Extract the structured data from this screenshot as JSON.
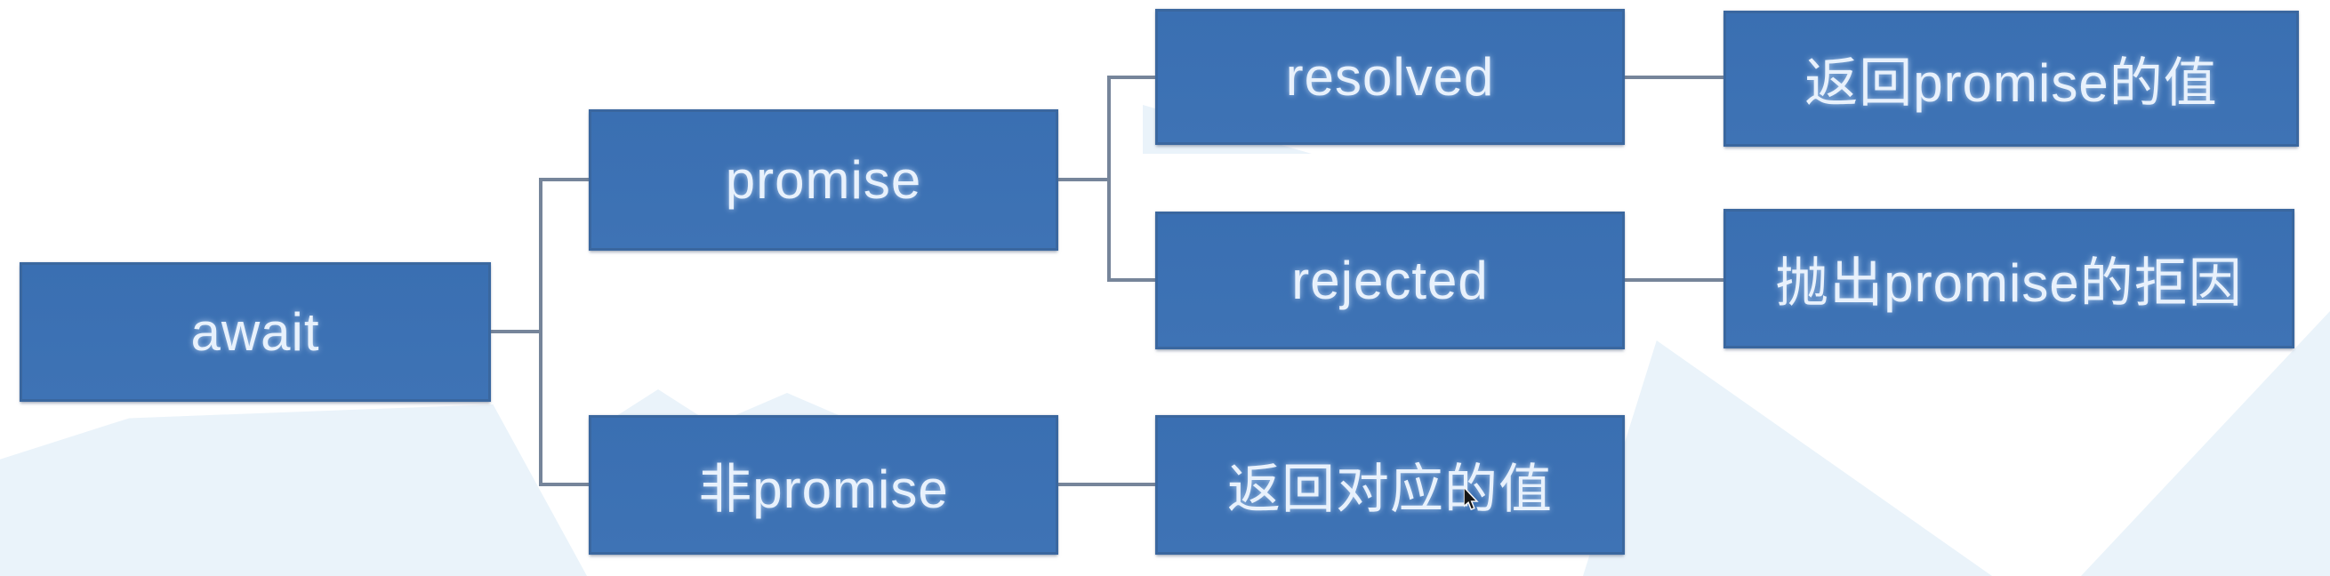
{
  "diagram": {
    "nodes": {
      "await": {
        "label": "await"
      },
      "promise": {
        "label": "promise"
      },
      "non_promise": {
        "label": "非promise"
      },
      "resolved": {
        "label": "resolved"
      },
      "rejected": {
        "label": "rejected"
      },
      "return_promise_value": {
        "label": "返回promise的值"
      },
      "throw_promise_reason": {
        "label": "抛出promise的拒因"
      },
      "return_corresponding_value": {
        "label": "返回对应的值"
      }
    },
    "edges": [
      {
        "from": "await",
        "to": "promise"
      },
      {
        "from": "await",
        "to": "non_promise"
      },
      {
        "from": "promise",
        "to": "resolved"
      },
      {
        "from": "promise",
        "to": "rejected"
      },
      {
        "from": "resolved",
        "to": "return_promise_value"
      },
      {
        "from": "rejected",
        "to": "throw_promise_reason"
      },
      {
        "from": "non_promise",
        "to": "return_corresponding_value"
      }
    ],
    "colors": {
      "node_fill": "#3e73b5",
      "node_border": "#3a679f",
      "node_text": "#e8f1fc",
      "connector": "#76859a",
      "background": "#ffffff",
      "background_accent": "#eaf3fa"
    }
  }
}
